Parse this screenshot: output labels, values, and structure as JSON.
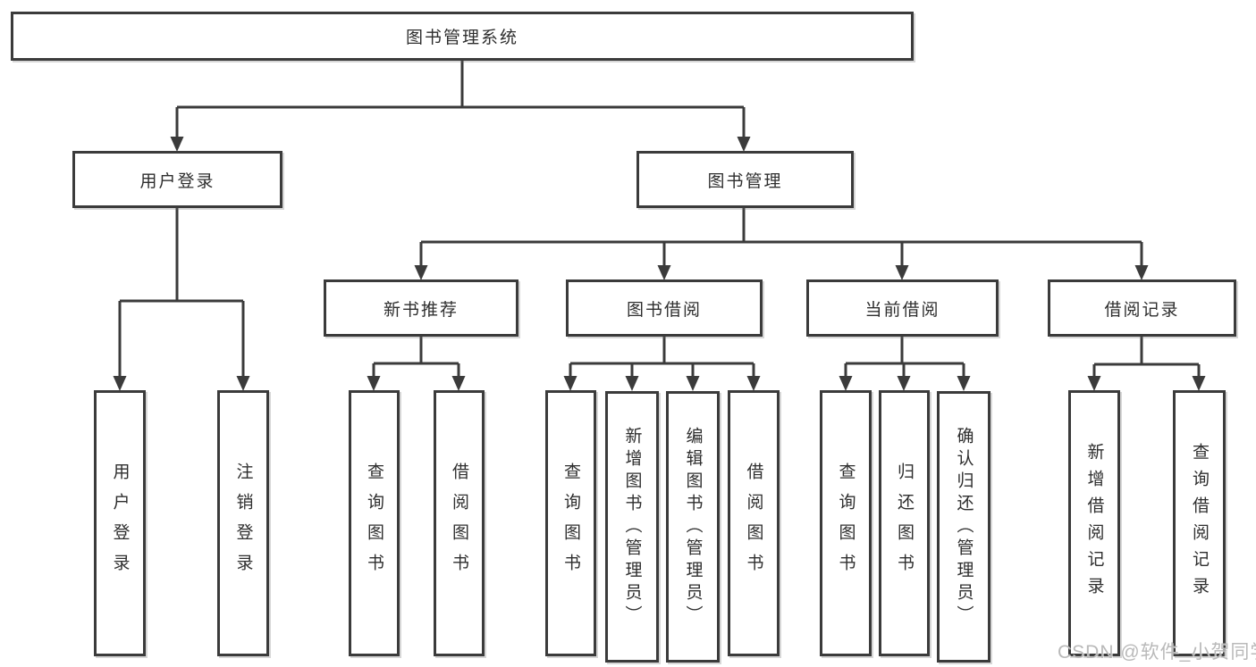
{
  "diagram": {
    "watermark": "CSDN @软件_小贺同学",
    "colors": {
      "line": "#3b3b3b",
      "text": "#2e2e2e",
      "box_background": "#ffffff",
      "page_background": "#ffffff",
      "watermark": "#b9b9b9"
    },
    "tree": {
      "label": "图书管理系统",
      "children": [
        {
          "label": "用户登录",
          "children": [
            {
              "label": "用户登录"
            },
            {
              "label": "注销登录"
            }
          ]
        },
        {
          "label": "图书管理",
          "children": [
            {
              "label": "新书推荐",
              "children": [
                {
                  "label": "查询图书"
                },
                {
                  "label": "借阅图书"
                }
              ]
            },
            {
              "label": "图书借阅",
              "children": [
                {
                  "label": "查询图书"
                },
                {
                  "label": "新增图书（管理员）"
                },
                {
                  "label": "编辑图书（管理员）"
                },
                {
                  "label": "借阅图书"
                }
              ]
            },
            {
              "label": "当前借阅",
              "children": [
                {
                  "label": "查询图书"
                },
                {
                  "label": "归还图书"
                },
                {
                  "label": "确认归还（管理员）"
                }
              ]
            },
            {
              "label": "借阅记录",
              "children": [
                {
                  "label": "新增借阅记录"
                },
                {
                  "label": "查询借阅记录"
                }
              ]
            }
          ]
        }
      ]
    }
  }
}
